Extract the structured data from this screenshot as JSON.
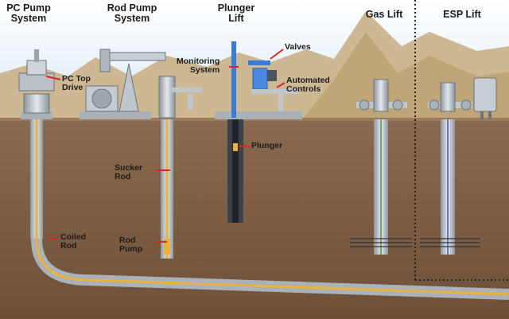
{
  "headers": {
    "pc_pump": [
      "PC Pump",
      "System"
    ],
    "rod_pump": [
      "Rod Pump",
      "System"
    ],
    "plunger": [
      "Plunger",
      "Lift"
    ],
    "gas_lift": "Gas Lift",
    "esp_lift": "ESP Lift"
  },
  "callouts": {
    "pc_top_drive": [
      "PC Top",
      "Drive"
    ],
    "sucker_rod": [
      "Sucker",
      "Rod"
    ],
    "coiled_rod": [
      "Coiled",
      "Rod"
    ],
    "rod_pump": [
      "Rod",
      "Pump"
    ],
    "monitoring": [
      "Monitoring",
      "System"
    ],
    "valves": "Valves",
    "automated": [
      "Automated",
      "Controls"
    ],
    "plunger": "Plunger"
  },
  "colors": {
    "sky": "#dbeaf5",
    "mountain": "#c8b48c",
    "ground": "#8a6a4e",
    "ground_dark": "#6a4f38",
    "rod": "#e9b23c",
    "callout_line": "#d4262c",
    "tubing": "#bfc5cc"
  }
}
